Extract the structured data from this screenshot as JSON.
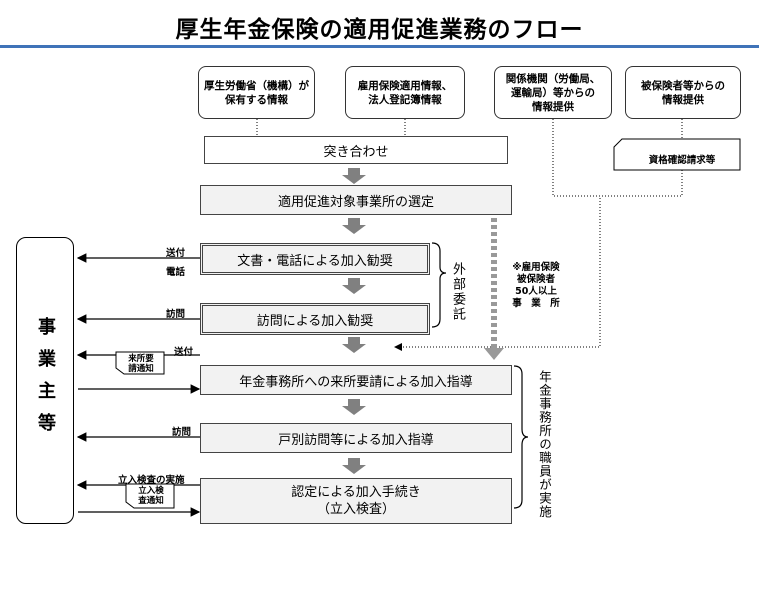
{
  "title": "厚生年金保険の適用促進業務のフロー",
  "sources": {
    "mhlw": "厚生労働省（機構）が\n保有する情報",
    "employment": "雇用保険適用情報、\n法人登記簿情報",
    "agencies": "関係機関（労働局、\n運輸局）等からの\n情報提供",
    "insured": "被保険者等からの\n情報提供"
  },
  "flow": {
    "match": "突き合わせ",
    "select": "適用促進対象事業所の選定",
    "docs_phone": "文書・電話による加入勧奨",
    "visit_recommend": "訪問による加入勧奨",
    "office_request": "年金事務所への来所要請による加入指導",
    "door_visit": "戸別訪問等による加入指導",
    "cert_line1": "認定による加入手続き",
    "cert_line2": "（立入検査）"
  },
  "qualification_request": "資格確認請求等",
  "employer": "事業主等",
  "outsourced": "外部委託",
  "pension_staff": "年金事務所の職員が実施",
  "note": "※雇用保険\n被保険者\n50人以上\n事　業　所",
  "labels": {
    "send": "送付",
    "phone": "電話",
    "visit1": "訪問",
    "send2": "送付",
    "visit2": "訪問",
    "inspection": "立入検査の実施"
  },
  "docs": {
    "visit_request": "来所要\n請通知",
    "inspection_notice": "立入検\n査通知"
  },
  "colors": {
    "rule": "#3f73b8",
    "box_fill": "#f2f2f2",
    "arrow_fill": "#808080"
  }
}
